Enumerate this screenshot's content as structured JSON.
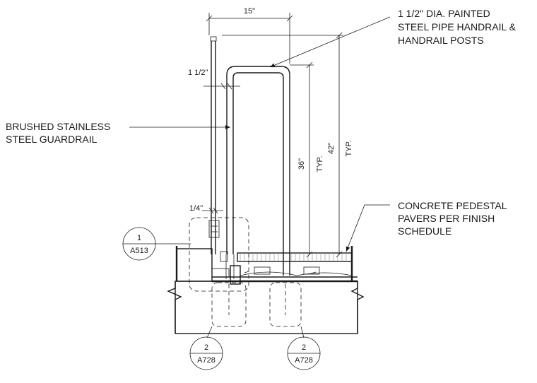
{
  "notes": {
    "handrail_line1": "1 1/2\" DIA. PAINTED",
    "handrail_line2": "STEEL PIPE HANDRAIL &",
    "handrail_line3": "HANDRAIL POSTS",
    "guardrail_line1": "BRUSHED STAINLESS",
    "guardrail_line2": "STEEL GUARDRAIL",
    "pedestal_line1": "CONCRETE PEDESTAL",
    "pedestal_line2": "PAVERS PER FINISH",
    "pedestal_line3": "SCHEDULE"
  },
  "dimensions": {
    "width_15": "15\"",
    "pipe_dia": "1 1/2\"",
    "gap": "1/4\"",
    "height_36": "36\"",
    "typ_1": "TYP.",
    "height_42": "42\"",
    "typ_2": "TYP."
  },
  "tags": {
    "section_a": {
      "number": "1",
      "sheet": "A513"
    },
    "detail_b": {
      "number": "2",
      "sheet": "A728"
    },
    "detail_c": {
      "number": "2",
      "sheet": "A728"
    }
  }
}
